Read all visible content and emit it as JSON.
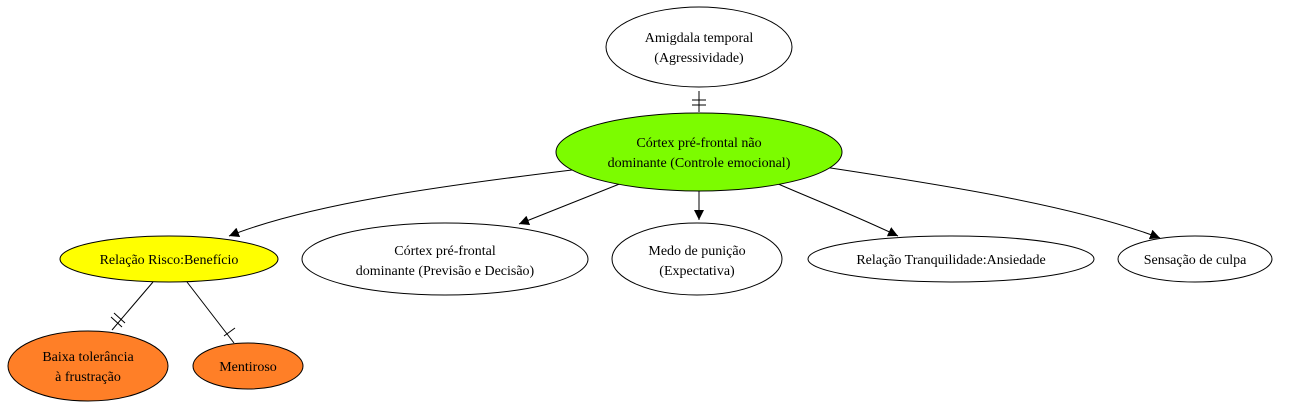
{
  "colors": {
    "root": "#7cfc00",
    "highlight": "#ffff00",
    "leaf": "#ff7f27",
    "plain": "#ffffff",
    "stroke": "#000000"
  },
  "nodes": {
    "amigdala": {
      "lines": [
        "Amigdala temporal",
        "(Agressividade)"
      ]
    },
    "cortex_nd": {
      "lines": [
        "Córtex pré-frontal não",
        "dominante (Controle emocional)"
      ]
    },
    "risco": {
      "lines": [
        "Relação Risco:Benefício"
      ]
    },
    "cortex_d": {
      "lines": [
        "Córtex pré-frontal",
        "dominante (Previsão e Decisão)"
      ]
    },
    "medo": {
      "lines": [
        "Medo de punição",
        "(Expectativa)"
      ]
    },
    "tranquilidade": {
      "lines": [
        "Relação Tranquilidade:Ansiedade"
      ]
    },
    "culpa": {
      "lines": [
        "Sensação de culpa"
      ]
    },
    "baixa": {
      "lines": [
        "Baixa tolerância",
        "à frustração"
      ]
    },
    "mentiroso": {
      "lines": [
        "Mentiroso"
      ]
    }
  }
}
